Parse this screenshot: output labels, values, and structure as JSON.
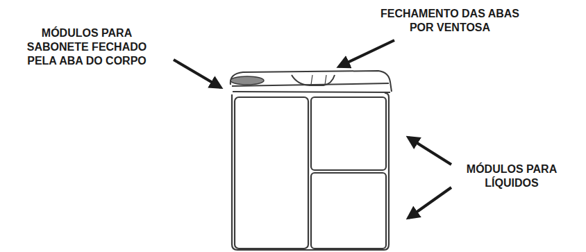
{
  "diagram": {
    "labels": [
      "MÓDULOS PARA SABONETE FECHADO PELA ABA DO CORPO",
      "FECHAMENTO DAS ABAS POR VENTOSA",
      "MÓDULOS PARA LÍQUIDOS"
    ]
  }
}
